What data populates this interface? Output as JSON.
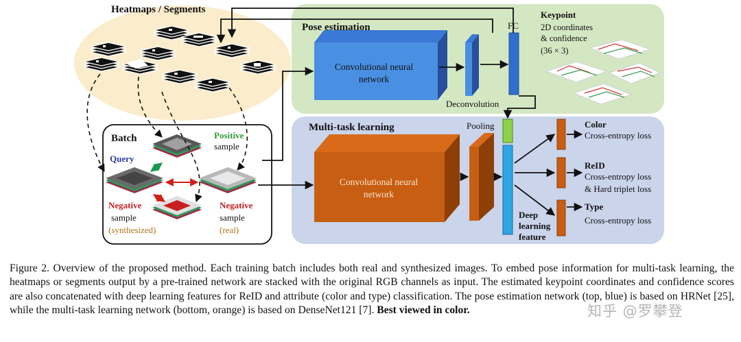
{
  "figure": {
    "heatmaps_title": "Heatmaps / Segments",
    "pose": {
      "title": "Pose estimation",
      "cnn": [
        "Convolutional neural",
        "network"
      ],
      "deconv": "Deconvolution",
      "fc": "FC"
    },
    "keypoint": {
      "title": "Keypoint",
      "lines": [
        "2D coordinates",
        "& confidence",
        "(36 × 3)"
      ]
    },
    "batch": {
      "title": "Batch",
      "query": "Query",
      "positive": "Positive",
      "positive_sample": "sample",
      "neg_synth": [
        "Negative",
        "sample",
        "(synthesized)"
      ],
      "neg_real": [
        "Negative",
        "sample",
        "(real)"
      ]
    },
    "mtl": {
      "title": "Multi-task learning",
      "pooling": "Pooling",
      "cnn": [
        "Convolutional neural",
        "network"
      ],
      "deep_feature": [
        "Deep",
        "learning",
        "feature"
      ]
    },
    "outputs": {
      "color_title": "Color",
      "color_loss": "Cross-entropy loss",
      "reid_title": "ReID",
      "reid_loss": [
        "Cross-entropy loss",
        "& Hard triplet loss"
      ],
      "type_title": "Type",
      "type_loss": "Cross-entropy loss"
    }
  },
  "caption": {
    "text": "Figure 2. Overview of the proposed method. Each training batch includes both real and synthesized images. To embed pose information for multi-task learning, the heatmaps or segments output by a pre-trained network are stacked with the original RGB channels as input. The estimated keypoint coordinates and confidence scores are also concatenated with deep learning features for ReID and attribute (color and type) classification. The pose estimation network (top, blue) is based on HRNet [25], while the multi-task learning network (bottom, orange) is based on DenseNet121 [7].",
    "bold": "Best viewed in color."
  },
  "watermark": "知乎 @罗攀登"
}
